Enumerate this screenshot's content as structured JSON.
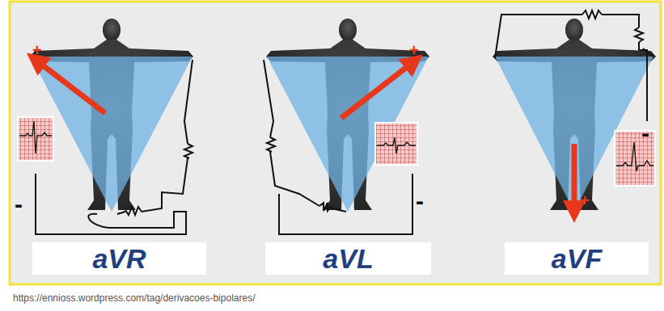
{
  "diagram": {
    "caption": "https://ennioss.wordpress.com/tag/derivacoes-bipolares/",
    "nodes": [
      {
        "text": [
          "aVR"
        ]
      },
      {
        "text": [
          "aVL"
        ]
      },
      {
        "text": [
          "aVF"
        ]
      }
    ],
    "labels": [
      "+",
      "-",
      "+",
      "-",
      "+",
      "-"
    ]
  }
}
